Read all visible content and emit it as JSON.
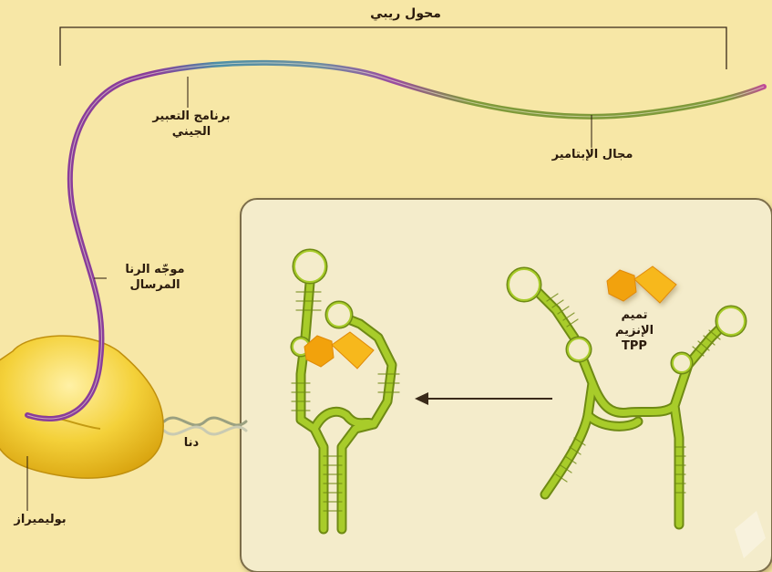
{
  "labels": {
    "riboswitch": "محول ريبي",
    "gene_program_line1": "برنامج التعبير",
    "gene_program_line2": "الجيني",
    "aptamer_domain": "مجال الإبتامير",
    "mrna_line1": "موجّه الرنا",
    "mrna_line2": "المرسال",
    "dna": "دنا",
    "polymerase": "بوليميراز",
    "cofactor_line1": "تميم",
    "cofactor_line2": "الإنزيم",
    "cofactor_line3": "TPP"
  },
  "colors": {
    "background": "#f7e7a6",
    "inset_panel": "#f4eccb",
    "rna_strand": "#8fb51d",
    "tpp_molecule": "#f2a20c",
    "polymerase": "#f0c419",
    "mrna_segment": "#8a3d9a",
    "gene_segment": "#4d8fa6"
  },
  "icons": [
    "riboswitch-bracket-icon",
    "rna-strand-icon",
    "polymerase-blob-icon",
    "dna-helix-icon",
    "tpp-molecule-icon",
    "transition-arrow-icon",
    "bound-riboswitch-structure-icon",
    "unbound-riboswitch-structure-icon"
  ]
}
